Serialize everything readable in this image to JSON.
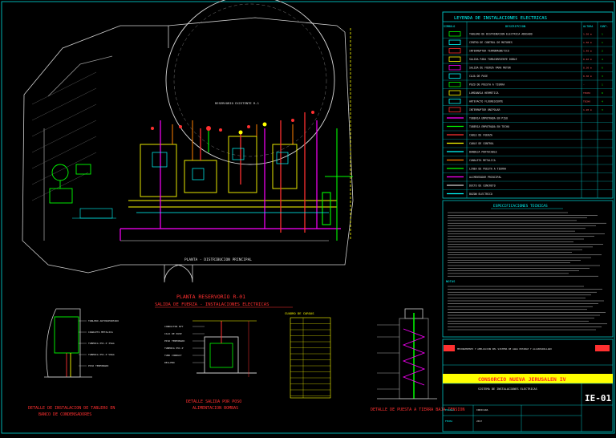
{
  "legend": {
    "title": "LEYENDA DE INSTALACIONES ELECTRICAS",
    "col_symbol": "SIMBOLO",
    "col_description": "DESCRIPCION",
    "col_alt": "ALTURA",
    "col_note": "CANT.",
    "rows": [
      {
        "desc": "TABLERO DE DISTRIBUCION ELECTRICA ADOSADO",
        "alt": "1.50 m",
        "note": "1"
      },
      {
        "desc": "CENTRO DE CONTROL DE MOTORES",
        "alt": "1.50 m",
        "note": "1"
      },
      {
        "desc": "INTERRUPTOR TERMOMAGNETICO",
        "alt": "1.40 m",
        "note": "2"
      },
      {
        "desc": "SALIDA PARA TOMACORRIENTE DOBLE",
        "alt": "0.40 m",
        "note": "4"
      },
      {
        "desc": "SALIDA DE FUERZA PARA MOTOR",
        "alt": "0.30 m",
        "note": "6"
      },
      {
        "desc": "CAJA DE PASE",
        "alt": "0.30 m",
        "note": "3"
      },
      {
        "desc": "POZO DE PUESTA A TIERRA",
        "alt": "-",
        "note": "1"
      },
      {
        "desc": "LUMINARIA HERMETICA",
        "alt": "TECHO",
        "note": "8"
      },
      {
        "desc": "ARTEFACTO FLUORESCENTE",
        "alt": "TECHO",
        "note": "4"
      },
      {
        "desc": "INTERRUPTOR UNIPOLAR",
        "alt": "1.20 m",
        "note": "3"
      },
      {
        "desc": "TUBERIA EMPOTRADA EN PISO",
        "alt": "",
        "note": ""
      },
      {
        "desc": "TUBERIA EMPOTRADA EN TECHO",
        "alt": "",
        "note": ""
      },
      {
        "desc": "CABLE DE FUERZA",
        "alt": "",
        "note": ""
      },
      {
        "desc": "CABLE DE CONTROL",
        "alt": "",
        "note": ""
      },
      {
        "desc": "BANDEJA PORTACABLE",
        "alt": "",
        "note": ""
      },
      {
        "desc": "CANALETA METALICA",
        "alt": "",
        "note": ""
      },
      {
        "desc": "LINEA DE PUESTA A TIERRA",
        "alt": "",
        "note": ""
      },
      {
        "desc": "ALIMENTADOR PRINCIPAL",
        "alt": "",
        "note": ""
      },
      {
        "desc": "DUCTO DE CONCRETO",
        "alt": "",
        "note": ""
      },
      {
        "desc": "BUZON ELECTRICO",
        "alt": "",
        "note": ""
      }
    ]
  },
  "specs": {
    "title": "ESPECIFICACIONES TECNICAS",
    "notes_title": "NOTAS"
  },
  "plan": {
    "title": "PLANTA - DISTRIBUCION PRINCIPAL",
    "reservoir_label": "RESERVORIO EXISTENTE R-1",
    "caption_line1": "PLANTA RESERVORIO R-01",
    "caption_line2": "SALIDA DE FUERZA - INSTALACIONES ELECTRICAS"
  },
  "details": {
    "d1_title_line1": "DETALLE DE INSTALACION DE TABLERO EN",
    "d1_title_line2": "BANCO DE CONDENSADORES",
    "d2_title_line1": "DETALLE SALIDA POR POSO",
    "d2_title_line2": "ALIMENTACION BOMBAS",
    "d3_title": "CUADRO DE CARGAS",
    "d4_title": "DETALLE DE PUESTA A TIERRA BAJA TENSION",
    "d1_labels": [
      "TABLERO AUTOSOPORTADO",
      "CANALETA METALICA",
      "TUBERIA PVC-P 35mm",
      "TUBERIA PVC-P 50mm",
      "PISO TERMINADO"
    ],
    "d2_labels": [
      "CONDUCTOR NYY",
      "CAJA DE PASE",
      "PISO TERMINADO",
      "TUBERIA PVC-P",
      "TUBO CONDUIT",
      "RELLENO"
    ]
  },
  "titleblock": {
    "consortium": "CONSORCIO NUEVA JERUSALEN IV",
    "project": "MEJORAMIENTO Y AMPLIACION DEL SISTEMA DE AGUA POTABLE Y ALCANTARILLADO",
    "sheet_name": "SISTEMA DE INSTALACIONES ELECTRICAS",
    "code": "IE-01",
    "scale_label": "ESCALA",
    "scale": "INDICADA",
    "date_label": "FECHA",
    "date": "2017"
  },
  "colors": {
    "background": "#000000",
    "frame": "#00c0c0",
    "yellow": "#ffff00",
    "green": "#00ff00",
    "magenta": "#ff00ff",
    "red": "#ff3030",
    "cyan": "#00ffff",
    "white": "#e6e6e6",
    "orange": "#ff8000"
  }
}
